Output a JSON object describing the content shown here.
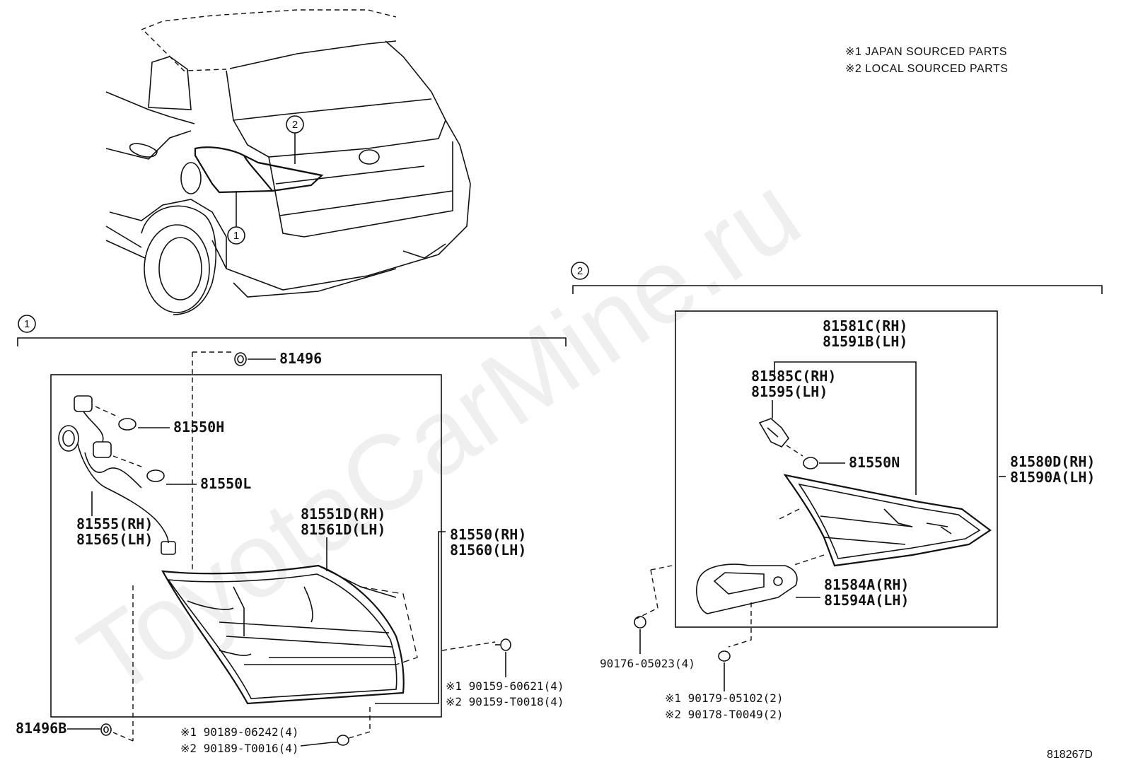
{
  "notes": {
    "japan": "※1 JAPAN SOURCED PARTS",
    "local": "※2 LOCAL SOURCED PARTS"
  },
  "watermark": "ToyotaCarMine.ru",
  "callouts": {
    "one": "1",
    "two": "2"
  },
  "section1": {
    "p81496": "81496",
    "p81550H": "81550H",
    "p81550L": "81550L",
    "p81555": "81555(RH)",
    "p81565": "81565(LH)",
    "p81551D": "81551D(RH)",
    "p81561D": "81561D(LH)",
    "p81550": "81550(RH)",
    "p81560": "81560(LH)",
    "screw_a": "※1 90159-60621(4)",
    "screw_b": "※2 90159-T0018(4)",
    "p81496B": "81496B",
    "nut_a": "※1 90189-06242(4)",
    "nut_b": "※2 90189-T0016(4)"
  },
  "section2": {
    "p81581C": "81581C(RH)",
    "p81591B": "81591B(LH)",
    "p81585C": "81585C(RH)",
    "p81595": "81595(LH)",
    "p81550N": "81550N",
    "p81580D": "81580D(RH)",
    "p81590A": "81590A(LH)",
    "p81584A": "81584A(RH)",
    "p81594A": "81594A(LH)",
    "clip": "90176-05023(4)",
    "nut_a": "※1 90179-05102(2)",
    "nut_b": "※2 90178-T0049(2)"
  },
  "figure_id": "818267D"
}
